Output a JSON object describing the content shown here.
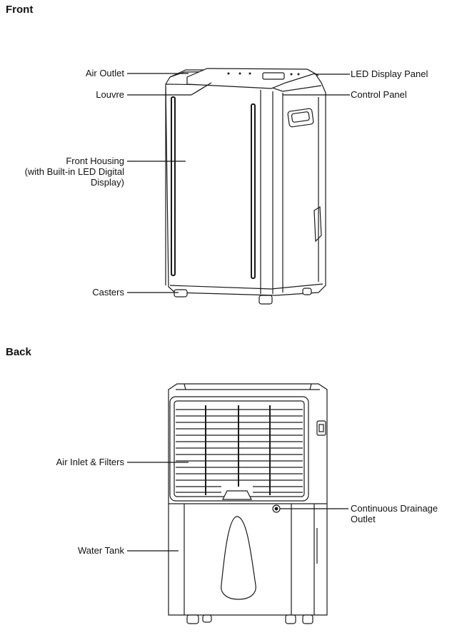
{
  "sections": {
    "front": {
      "heading": "Front"
    },
    "back": {
      "heading": "Back"
    }
  },
  "front_labels": {
    "air_outlet": "Air Outlet",
    "louvre": "Louvre",
    "front_housing_1": "Front Housing",
    "front_housing_2": "(with Built-in LED Digital",
    "front_housing_3": "Display)",
    "casters": "Casters",
    "led_display_panel": "LED Display Panel",
    "control_panel": "Control Panel"
  },
  "back_labels": {
    "air_inlet": "Air Inlet & Filters",
    "water_tank": "Water Tank",
    "drainage_1": "Continuous Drainage",
    "drainage_2": "Outlet"
  },
  "colors": {
    "line": "#1a1a1a",
    "background": "#ffffff"
  }
}
